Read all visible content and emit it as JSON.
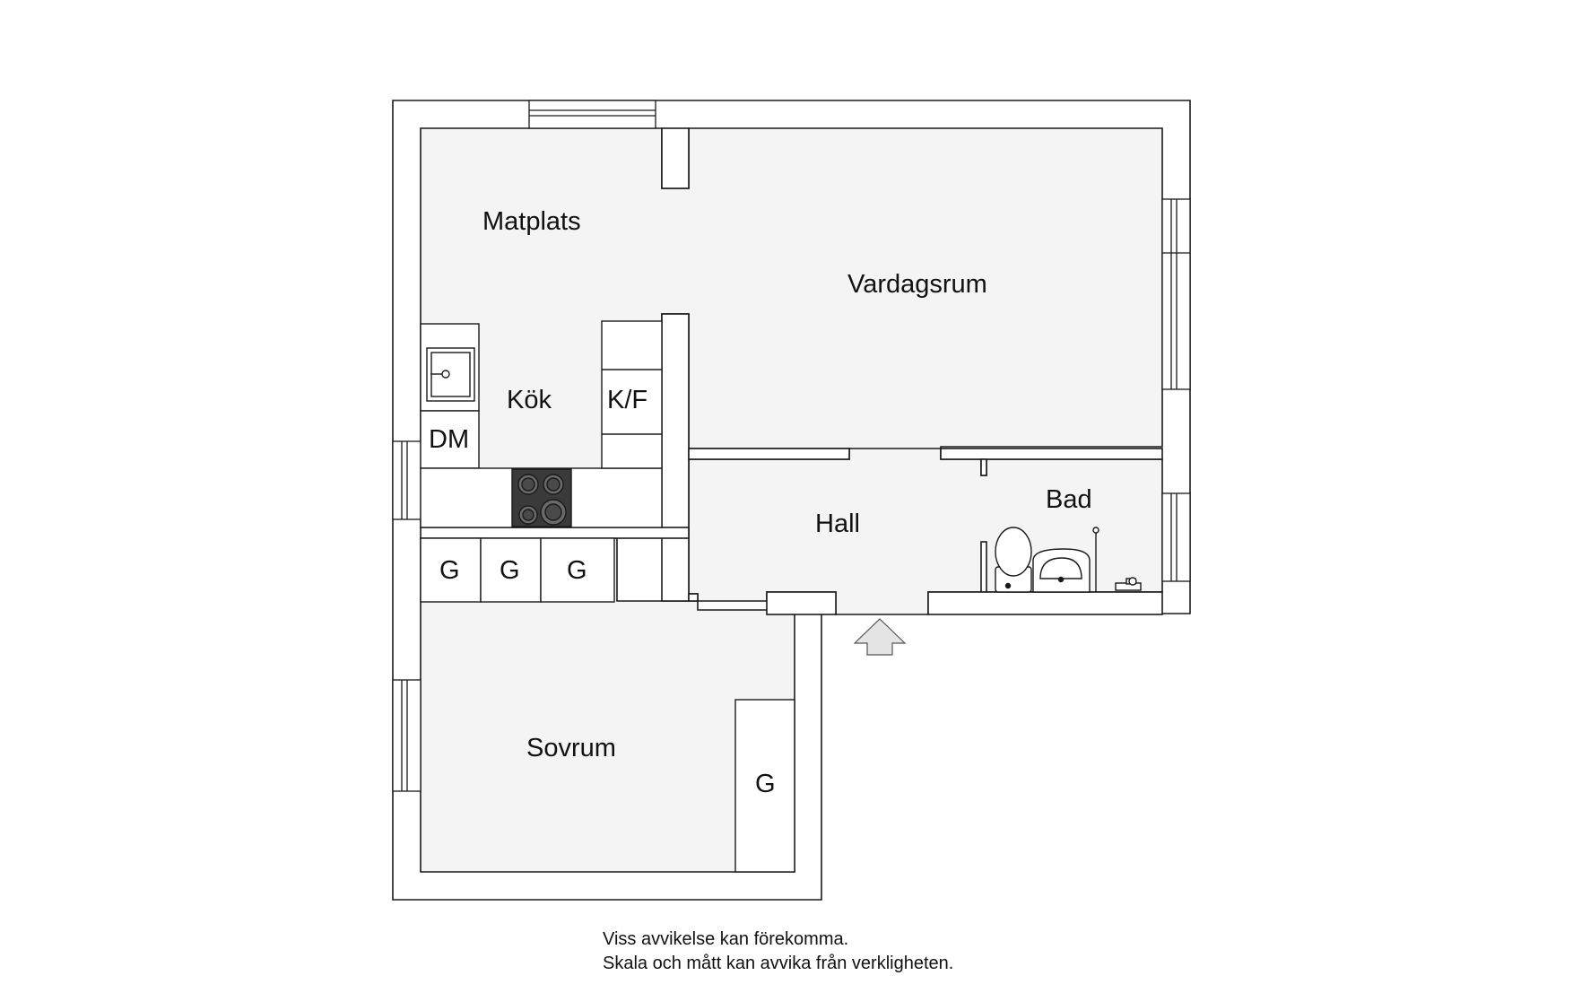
{
  "rooms": {
    "matplats": "Matplats",
    "vardagsrum": "Vardagsrum",
    "kok": "Kök",
    "hall": "Hall",
    "bad": "Bad",
    "sovrum": "Sovrum"
  },
  "fixtures": {
    "fridge_freezer": "K/F",
    "dishwasher": "DM",
    "wardrobe_1": "G",
    "wardrobe_2": "G",
    "wardrobe_3": "G",
    "wardrobe_bedroom": "G"
  },
  "disclaimer": {
    "line1": "Viss avvikelse kan förekomma.",
    "line2": "Skala och mått kan avvika från verkligheten."
  },
  "colors": {
    "floor": "#f4f4f4",
    "wall": "#ffffff",
    "line": "#1a1a1a",
    "hob": "#3a3a3a",
    "arrow": "#e4e4e4"
  }
}
